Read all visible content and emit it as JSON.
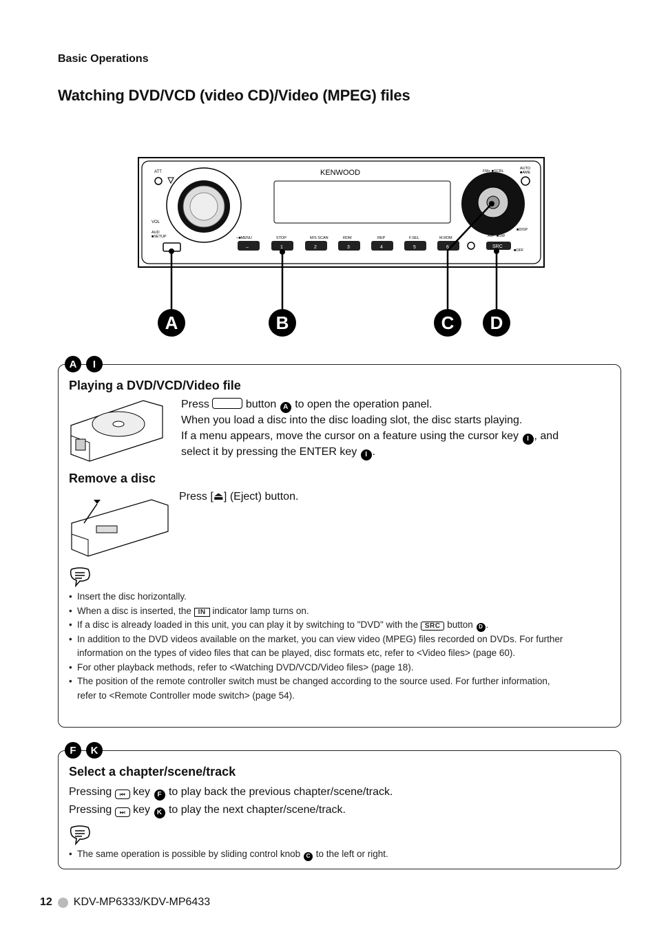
{
  "header": {
    "section": "Basic Operations",
    "title": "Watching DVD/VCD (video CD)/Video (MPEG) files"
  },
  "figure": {
    "brand": "KENWOOD",
    "callouts": [
      "A",
      "B",
      "C",
      "D"
    ],
    "labels": {
      "att": "ATT",
      "vol": "VOL",
      "aud": "AUD",
      "setup": "■SETUP",
      "menu": "○■MENU",
      "stop": "STOP",
      "ms_scan": "M/S\nSCAN",
      "rdm": "RDM",
      "rep": "REP",
      "fsel": "F.SEL",
      "mrdm": "M.RDM",
      "fm_scrl": "FM+ ■SCRL",
      "auto_ame": "AUTO\n■AME",
      "disp": "■DISP",
      "am_sw": "AM– ■SW",
      "src": "SRC",
      "off": "■OFF"
    },
    "preset_keys": [
      "–",
      "1",
      "2",
      "3",
      "4",
      "5",
      "6"
    ]
  },
  "box1": {
    "tags": [
      "A",
      "I"
    ],
    "heading": "Playing a DVD/VCD/Video file",
    "line1_pre": "Press",
    "line1_mid": "button",
    "line1_ref": "A",
    "line1_post": "to open the operation panel.",
    "line2": "When you load a disc into the disc loading slot, the disc starts playing.",
    "line3_pre": "If a menu appears, move the cursor on a feature using the cursor key",
    "line3_ref": "I",
    "line3_post": ", and",
    "line4_pre": "select it by pressing the ENTER key",
    "line4_ref": "I",
    "line4_post": ".",
    "heading2": "Remove a disc",
    "eject_pre": "Press [",
    "eject_post": "] (Eject) button.",
    "notes": {
      "n1": "Insert the disc horizontally.",
      "n2_pre": "When a disc is inserted, the",
      "n2_badge": "IN",
      "n2_post": "indicator lamp turns on.",
      "n3_pre": "If a disc is already loaded in this unit, you can play it by switching to \"DVD\" with the",
      "n3_badge": "SRC",
      "n3_mid": "button",
      "n3_ref": "D",
      "n3_post": ".",
      "n4a": "In addition to the DVD videos available on the market, you can view video (MPEG) files recorded on DVDs. For further",
      "n4b": "information on the types of video files that can be played, disc formats etc, refer to <Video files> (page 60).",
      "n5": "For other playback methods, refer to <Watching DVD/VCD/Video files> (page 18).",
      "n6a": "The position of the remote controller switch must be changed according to the source used. For further information,",
      "n6b": "refer to <Remote Controller mode switch> (page 54)."
    }
  },
  "box2": {
    "tags": [
      "F",
      "K"
    ],
    "heading": "Select a chapter/scene/track",
    "l1_pre": "Pressing",
    "l1_mid": "key",
    "l1_ref": "F",
    "l1_post": "to play back the previous chapter/scene/track.",
    "l2_pre": "Pressing",
    "l2_mid": "key",
    "l2_ref": "K",
    "l2_post": "to play the next chapter/scene/track.",
    "note_pre": "The same operation is possible by sliding control knob",
    "note_ref": "C",
    "note_post": "to the left or right."
  },
  "footer": {
    "page": "12",
    "model": "KDV-MP6333/KDV-MP6433"
  }
}
